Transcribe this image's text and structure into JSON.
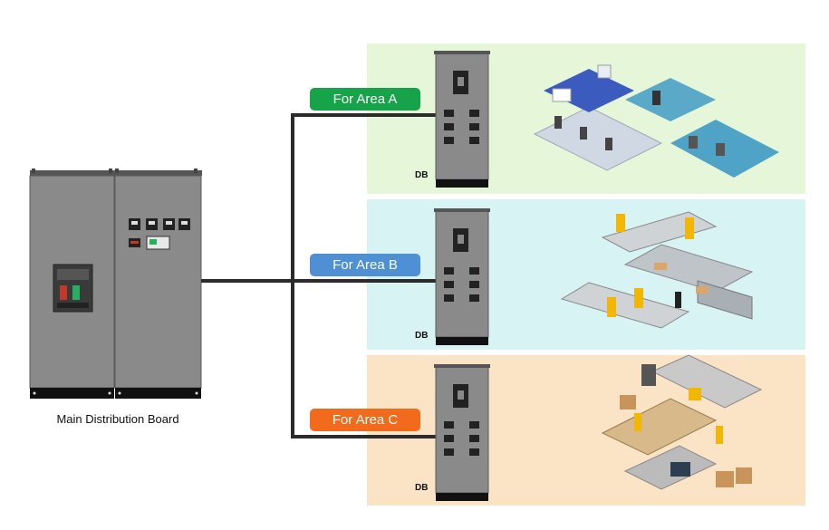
{
  "main_board": {
    "caption": "Main Distribution Board"
  },
  "areas": [
    {
      "id": "a",
      "label": "For Area A",
      "db_label": "DB",
      "pill_color": "#16a34a",
      "bg_color": "#e6f7d9",
      "scene": "office"
    },
    {
      "id": "b",
      "label": "For Area B",
      "db_label": "DB",
      "pill_color": "#4f8fd4",
      "bg_color": "#d8f3f4",
      "scene": "assembly-line"
    },
    {
      "id": "c",
      "label": "For Area C",
      "db_label": "DB",
      "pill_color": "#f26a1b",
      "bg_color": "#fbe3c6",
      "scene": "factory"
    }
  ],
  "colors": {
    "cable": "#2b2b2b",
    "cabinet": "#8c8c8c",
    "cabinet_dark": "#6e6e6e"
  }
}
